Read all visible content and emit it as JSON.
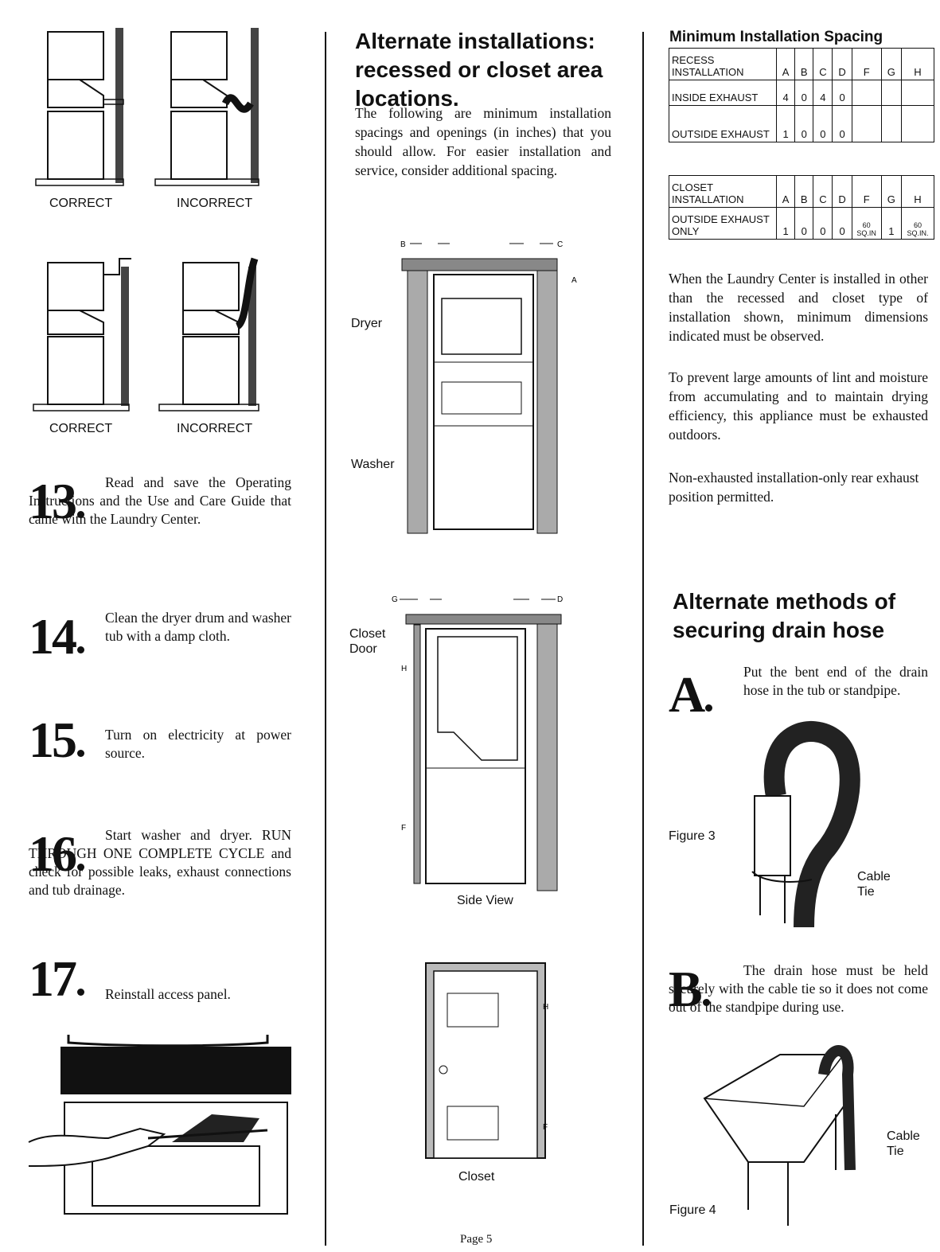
{
  "left_column": {
    "figures_top": {
      "correct_1": "CORRECT",
      "incorrect_1": "INCORRECT",
      "correct_2": "CORRECT",
      "incorrect_2": "INCORRECT"
    },
    "steps": [
      {
        "number": "13",
        "text": "Read and save the Operating Instructions and the Use and Care Guide that came with the Laundry Center."
      },
      {
        "number": "14",
        "text": "Clean the dryer drum and washer tub with a damp cloth."
      },
      {
        "number": "15",
        "text": "Turn on electricity at power source."
      },
      {
        "number": "16",
        "text": "Start washer and dryer. RUN THROUGH ONE COMPLETE CYCLE and check for possible leaks, exhaust connections and tub drainage."
      },
      {
        "number": "17",
        "text": "Reinstall access panel."
      }
    ]
  },
  "middle_column": {
    "heading": "Alternate installations: recessed or closet area locations.",
    "intro": "The following are minimum installation spacings and openings (in inches) that you should allow. For easier installation and service, consider additional spacing.",
    "recess_figure": {
      "label_b": "B",
      "label_c": "C",
      "label_a": "A",
      "dryer": "Dryer",
      "washer": "Washer"
    },
    "closet_side_figure": {
      "label_g": "G",
      "label_d": "D",
      "closet_door": "Closet Door",
      "label_h": "H",
      "label_f": "F",
      "caption": "Side View"
    },
    "closet_figure": {
      "label_h": "H",
      "label_f": "F",
      "caption": "Closet"
    }
  },
  "right_column": {
    "table_title": "Minimum Installation Spacing",
    "recess_table": {
      "header": [
        "RECESS INSTALLATION",
        "A",
        "B",
        "C",
        "D",
        "F",
        "G",
        "H"
      ],
      "rows": [
        [
          "INSIDE EXHAUST",
          "4",
          "0",
          "4",
          "0",
          "",
          "",
          ""
        ],
        [
          "OUTSIDE EXHAUST",
          "1",
          "0",
          "0",
          "0",
          "",
          "",
          ""
        ]
      ]
    },
    "closet_table": {
      "header": [
        "CLOSET INSTALLATION",
        "A",
        "B",
        "C",
        "D",
        "F",
        "G",
        "H"
      ],
      "rows": [
        [
          "OUTSIDE EXHAUST ONLY",
          "1",
          "0",
          "0",
          "0",
          "60 SQ.IN",
          "1",
          "60 SQ.IN."
        ]
      ]
    },
    "para1": "When the Laundry Center is installed in other than the recessed and closet type of installation shown, minimum dimensions indicated must be observed.",
    "para2": "To prevent large amounts of lint and moisture from accumulating and to maintain drying efficiency, this appliance must be exhausted outdoors.",
    "para3": "Non-exhausted installation-only rear exhaust position permitted.",
    "heading2": "Alternate methods of securing drain hose",
    "method_a": {
      "letter": "A",
      "text": "Put the bent end of the drain hose in the tub or standpipe."
    },
    "figure3": {
      "caption": "Figure 3",
      "cable_tie": "Cable Tie"
    },
    "method_b": {
      "letter": "B",
      "text": "The drain hose must be held securely with the cable tie so it does not come out of the standpipe during use."
    },
    "figure4": {
      "caption": "Figure 4",
      "cable_tie": "Cable Tie"
    }
  },
  "footer": {
    "page": "Page 5"
  }
}
